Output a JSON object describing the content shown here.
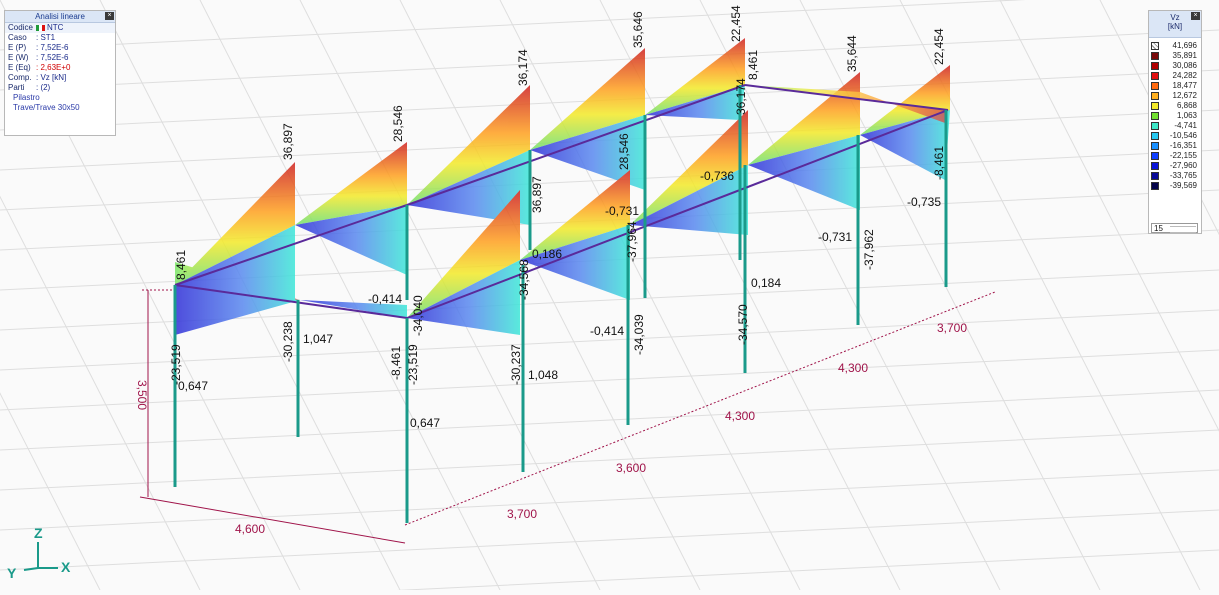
{
  "info_panel": {
    "title": "Analisi lineare",
    "rows": [
      {
        "key": "Codice",
        "value": "NTC"
      },
      {
        "key": "Caso",
        "value": ": ST1"
      },
      {
        "key": "E (P)",
        "value": ": 7,52E-6"
      },
      {
        "key": "E (W)",
        "value": ": 7,52E-6"
      },
      {
        "key": "E (Eq)",
        "value": ": 2,63E+0"
      },
      {
        "key": "Comp.",
        "value": ": Vz [kN]"
      },
      {
        "key": "Parti",
        "value": ": (2)"
      }
    ],
    "parts": [
      "Pilastro",
      "Trave/Trave 30x50"
    ],
    "close_label": "×"
  },
  "legend": {
    "title": "Vz",
    "unit": "[kN]",
    "close_label": "×",
    "entries": [
      {
        "value": "41,696",
        "color": "#ffffff",
        "hatch": true
      },
      {
        "value": "35,891",
        "color": "#7a0a0a"
      },
      {
        "value": "30,086",
        "color": "#b00000"
      },
      {
        "value": "24,282",
        "color": "#e01010"
      },
      {
        "value": "18,477",
        "color": "#ff6a10"
      },
      {
        "value": "12,672",
        "color": "#ffb020"
      },
      {
        "value": "6,868",
        "color": "#f4ea2a"
      },
      {
        "value": "1,063",
        "color": "#72e030"
      },
      {
        "value": "-4,741",
        "color": "#3ee8c8"
      },
      {
        "value": "-10,546",
        "color": "#28c8f0"
      },
      {
        "value": "-16,351",
        "color": "#1a90ff"
      },
      {
        "value": "-22,155",
        "color": "#1040ff"
      },
      {
        "value": "-27,960",
        "color": "#0a14d8"
      },
      {
        "value": "-33,765",
        "color": "#080a98"
      },
      {
        "value": "-39,569",
        "color": "#04044a"
      }
    ],
    "steps": "15"
  },
  "dimensions": {
    "height": "3,500",
    "front_width": "4,600",
    "spans": [
      "3,700",
      "3,600",
      "4,300",
      "4,300",
      "3,700"
    ]
  },
  "labels": {
    "col_a_top": "8,461",
    "col_a_low": "-23,519",
    "col_a_foot": "0,647",
    "beam1_pk": "36,897",
    "col_b_low": "-30,238",
    "col_b_mid": "1,047",
    "beam2_pk": "28,546",
    "col_c_top": "-0,414",
    "col_c_mid": "-34,040",
    "col_c_low1": "-8,461",
    "col_c_low2": "-23,519",
    "col_c_foot": "0,647",
    "beam3_pk": "36,174",
    "beam3_back": "36,897",
    "col_d_mid": "-34,568",
    "col_d_r": "0,186",
    "col_d_low": "-30,237",
    "col_d_foot": "1,048",
    "beam4_pk": "35,646",
    "beam4_back": "28,546",
    "col_e_top": "-0,731",
    "col_e_mid": "-37,964",
    "col_e_low": "-0,414",
    "col_e_low2": "-34,039",
    "beam5_pk": "22,454",
    "beam5_b": "8,461",
    "beam5_back": "36,174",
    "col_f_top": "-0,736",
    "col_f_mid": "-34,570",
    "col_f_r": "0,184",
    "beam6_pk": "35,644",
    "col_g_top": "-0,731",
    "col_g_mid": "-37,962",
    "beam7_pk": "22,454",
    "col_h_top": "-8,461",
    "col_h_mid": "-0,735"
  },
  "axes": {
    "z": "Z",
    "y": "Y",
    "x": "X"
  },
  "colors": {
    "dimension": "#a0144a",
    "axis": "#1a9a8a",
    "frame_line": "#5a2a9a"
  }
}
